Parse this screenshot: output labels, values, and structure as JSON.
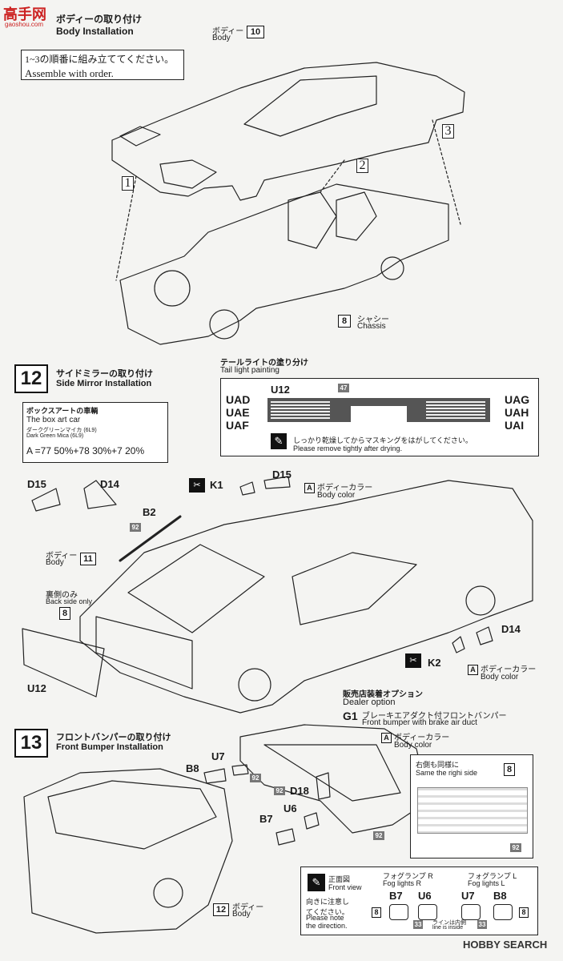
{
  "watermark": {
    "top": "高手网",
    "sub": "gaoshou.com"
  },
  "step11": {
    "title_jp": "ボディーの取り付け",
    "title_en": "Body Installation",
    "note_jp": "1~3の順番に組み立ててください。",
    "note_en": "Assemble with order.",
    "body_jp": "ボディー",
    "body_en": "Body",
    "body_part": "10",
    "chassis_jp": "シャシー",
    "chassis_en": "Chassis",
    "chassis_part": "8",
    "order": [
      "1",
      "2",
      "3"
    ]
  },
  "step12": {
    "number": "12",
    "title_jp": "サイドミラーの取り付け",
    "title_en": "Side Mirror Installation",
    "boxart_jp": "ボックスアートの車輌",
    "boxart_en": "The box art car",
    "color_jp": "ダークグリーンマイカ (6L9)",
    "color_en": "Dark Green Mica (6L9)",
    "mix": "A =77 50%+78 30%+7 20%",
    "tail_title_jp": "テールライトの塗り分け",
    "tail_title_en": "Tail light painting",
    "tail_part": "U12",
    "tail_num": "47",
    "ua_left": [
      "UAD",
      "UAE",
      "UAF"
    ],
    "ua_right": [
      "UAG",
      "UAH",
      "UAI"
    ],
    "tip_jp": "しっかり乾燥してからマスキングをはがしてください。",
    "tip_en": "Please remove tightly after drying.",
    "mirrors": [
      "D15",
      "D14"
    ],
    "k1": "K1",
    "k2": "K2",
    "d15": "D15",
    "d14": "D14",
    "bodycolor_jp": "ボディーカラー",
    "bodycolor_en": "Body color",
    "b2": "B2",
    "n92": "92",
    "body_jp": "ボディー",
    "body_en": "Body",
    "body_part": "11",
    "back_jp": "裏側のみ",
    "back_en": "Back side only",
    "back_part": "8",
    "u12": "U12"
  },
  "step13": {
    "number": "13",
    "title_jp": "フロントバンパーの取り付け",
    "title_en": "Front Bumper Installation",
    "dealer_jp": "販売店装着オプション",
    "dealer_en": "Dealer option",
    "g1": "G1",
    "g1_jp": "ブレーキエアダクト付フロントバンパー",
    "g1_en": "Front bumper with brake air duct",
    "bodycolor_jp": "ボディーカラー",
    "bodycolor_en": "Body color",
    "parts": [
      "B8",
      "U7",
      "92",
      "92",
      "D18",
      "B7",
      "U6",
      "92"
    ],
    "body_jp": "ボディー",
    "body_en": "Body",
    "body_part": "12",
    "same_jp": "右側も同様に",
    "same_en": "Same the righi side",
    "same_part": "8",
    "same_92": "92",
    "front_jp": "正面図",
    "front_en": "Front view",
    "dir_jp": "向きに注意してください。",
    "dir_en": "Please note the direction.",
    "fogR_jp": "フォグランプ R",
    "fogR_en": "Fog lights R",
    "fogL_jp": "フォグランプ L",
    "fogL_en": "Fog lights L",
    "fogR_parts": [
      "B7",
      "U6"
    ],
    "fogL_parts": [
      "U7",
      "B8"
    ],
    "fog_nums": [
      "8",
      "33",
      "33",
      "8"
    ],
    "line_jp": "ラインは内側",
    "line_en": "line is inside"
  },
  "logo": "HOBBY SEARCH"
}
